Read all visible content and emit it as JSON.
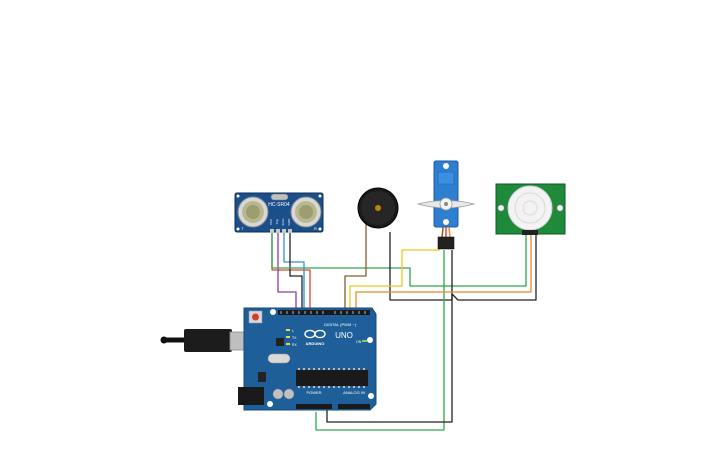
{
  "circuit": {
    "components": [
      {
        "id": "ultrasonic",
        "type": "HC-SR04 ultrasonic sensor",
        "label": "HC-SR04",
        "pins": [
          "VCC",
          "Trig",
          "Echo",
          "GND"
        ],
        "side_labels": [
          "T",
          "R"
        ]
      },
      {
        "id": "buzzer",
        "type": "piezo buzzer"
      },
      {
        "id": "servo",
        "type": "micro servo motor"
      },
      {
        "id": "pir",
        "type": "PIR motion sensor"
      },
      {
        "id": "arduino",
        "type": "Arduino Uno R3",
        "logo_text": "ARDUINO",
        "model_text": "UNO",
        "header_digital": "DIGITAL (PWM ~)",
        "header_power": "POWER",
        "header_analog": "ANALOG IN",
        "tx_label": "TX",
        "rx_label": "RX",
        "led_label": "L",
        "on_label": "ON"
      },
      {
        "id": "usb_cable",
        "type": "USB cable"
      }
    ],
    "wire_colors": {
      "red": "#e0443a",
      "green": "#2da84a",
      "blue": "#2f8fd6",
      "purple": "#8e3aa8",
      "black": "#222222",
      "yellow": "#f2c51a",
      "brown": "#8b5a2b",
      "orange": "#e8892c"
    },
    "board_color": "#1f5f99",
    "sensor_board_color": "#1b4f8a",
    "pir_board_color": "#1e8a3a"
  }
}
